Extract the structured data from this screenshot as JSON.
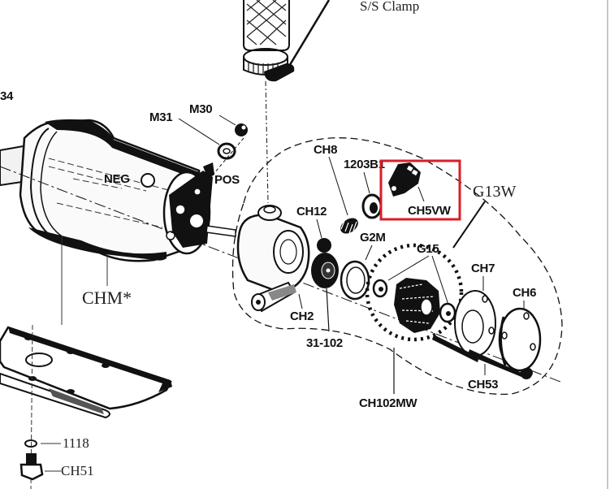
{
  "diagram": {
    "title": "Pump exploded parts diagram",
    "highlight_color": "#d81e2a",
    "ink_color": "#111111",
    "labels": {
      "part_34": "34",
      "ss_clamp": "S/S Clamp",
      "m30": "M30",
      "m31": "M31",
      "neg": "NEG",
      "pos": "POS",
      "ch8": "CH8",
      "part_1203": "1203B1",
      "ch5vw": "CH5VW",
      "g13w": "G13W",
      "ch12": "CH12",
      "g2m": "G2M",
      "g15": "G15",
      "ch7": "CH7",
      "ch6": "CH6",
      "chm": "CHM*",
      "ch2": "CH2",
      "part_31_102": "31-102",
      "ch53": "CH53",
      "ch102mw": "CH102MW",
      "part_1118": "1118",
      "ch51": "CH51"
    }
  }
}
